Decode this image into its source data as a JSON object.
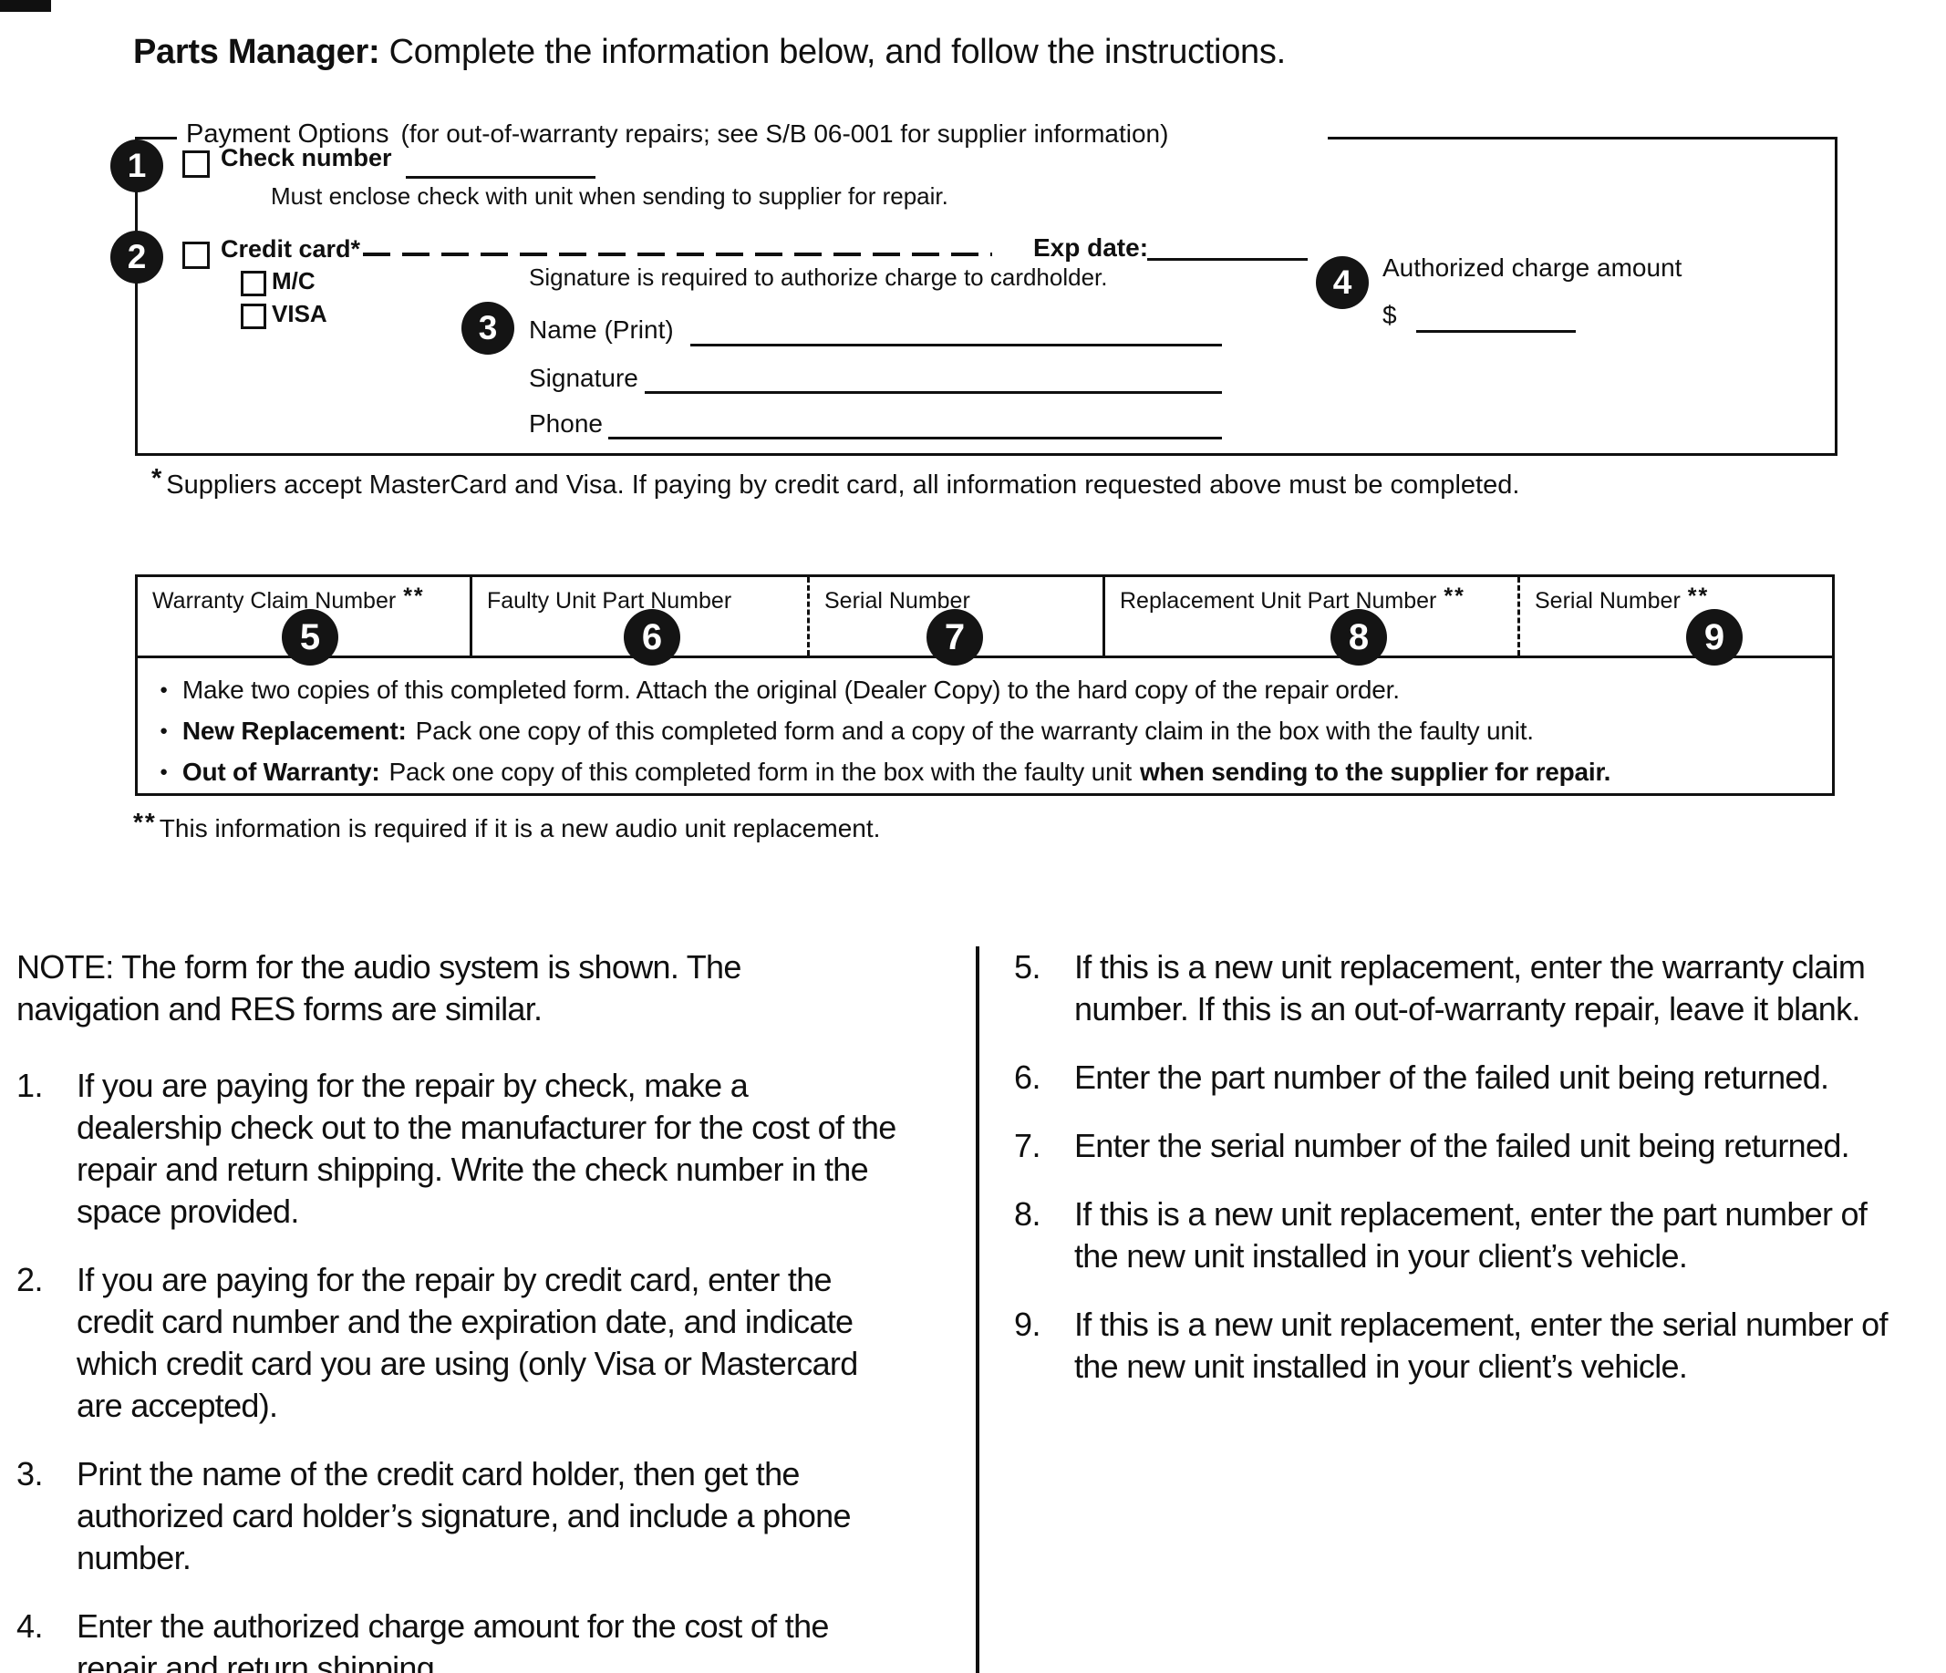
{
  "title": {
    "lead": "Parts Manager:",
    "rest": "Complete the information below, and follow the instructions."
  },
  "payment": {
    "legend_main": "Payment Options",
    "legend_paren": "(for out-of-warranty repairs; see S/B 06-001 for supplier information)",
    "steps": {
      "one": {
        "num": "1",
        "label": "Check number",
        "note": "Must enclose check with unit when sending to supplier for repair."
      },
      "two": {
        "num": "2",
        "label": "Credit card*",
        "mc_label": "M/C",
        "visa_label": "VISA",
        "sig_note": "Signature is required to authorize charge to cardholder.",
        "exp_label": "Exp date:"
      },
      "three": {
        "num": "3",
        "name_label": "Name (Print)",
        "signature_label": "Signature",
        "phone_label": "Phone"
      },
      "four": {
        "num": "4",
        "label": "Authorized charge amount",
        "currency": "$"
      }
    }
  },
  "footnotes": {
    "single": {
      "star": "*",
      "text": "Suppliers accept MasterCard and Visa. If paying by credit card, all information requested above must be completed."
    },
    "double": {
      "star": "**",
      "text": "This information is required if it is a new audio unit replacement."
    }
  },
  "table": {
    "columns": [
      {
        "label": "Warranty Claim Number",
        "stars": "**",
        "num": "5"
      },
      {
        "label": "Faulty Unit Part Number",
        "stars": "",
        "num": "6"
      },
      {
        "label": "Serial Number",
        "stars": "",
        "num": "7"
      },
      {
        "label": "Replacement Unit Part Number",
        "stars": "**",
        "num": "8"
      },
      {
        "label": "Serial Number",
        "stars": "**",
        "num": "9"
      }
    ],
    "bullets": [
      {
        "lead": "",
        "text": "Make two copies of this completed form. Attach the original (Dealer Copy) to the hard copy of the repair order.",
        "tail": ""
      },
      {
        "lead": "New Replacement:",
        "text": "Pack one copy of this completed form and a copy of the warranty claim in the box with the faulty unit.",
        "tail": ""
      },
      {
        "lead": "Out of Warranty:",
        "text": "Pack one copy of this completed form in the box with the faulty unit",
        "tail": "when sending to the supplier for repair."
      }
    ]
  },
  "instructions": {
    "note": "NOTE: The form for the audio system is shown. The navigation and RES forms are similar.",
    "left": [
      {
        "num": "1.",
        "text": "If you are paying for the repair by check, make a dealership check out to the manufacturer for the cost of the repair and return shipping. Write the check number in the space provided."
      },
      {
        "num": "2.",
        "text": "If you are paying for the repair by credit card, enter the credit card number and the expiration date, and indicate which credit card you are using (only Visa or Mastercard are accepted)."
      },
      {
        "num": "3.",
        "text": "Print the name of the credit card holder, then get the authorized card holder’s signature, and include a phone number."
      },
      {
        "num": "4.",
        "text": "Enter the authorized charge amount for the cost of the repair and return shipping."
      }
    ],
    "right": [
      {
        "num": "5.",
        "text": "If this is a new unit replacement, enter the warranty claim number. If this is an out-of-warranty repair, leave it blank."
      },
      {
        "num": "6.",
        "text": "Enter the part number of the failed unit being returned."
      },
      {
        "num": "7.",
        "text": "Enter the serial number of the failed unit being returned."
      },
      {
        "num": "8.",
        "text": "If this is a new unit replacement, enter the part number of the new unit installed in your client’s vehicle."
      },
      {
        "num": "9.",
        "text": "If this is a new unit replacement, enter the serial number of the new unit installed in your client’s vehicle."
      }
    ]
  }
}
